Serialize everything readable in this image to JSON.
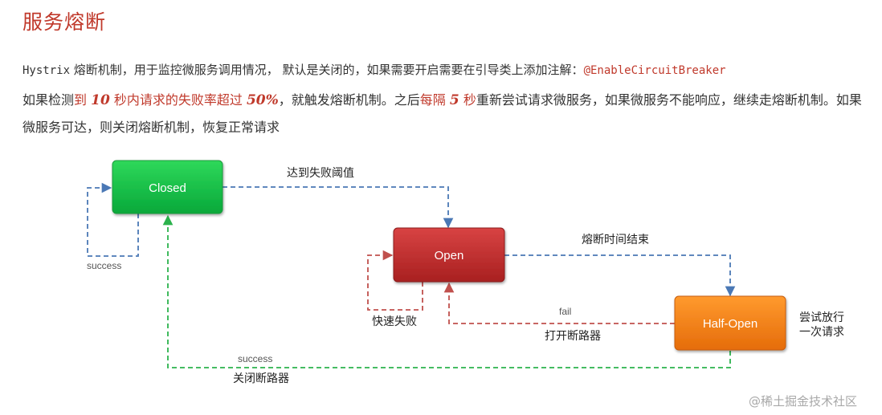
{
  "title": "服务熔断",
  "intro": {
    "product": "Hystrix",
    "text": " 熔断机制，用于监控微服务调用情况， 默认是关闭的，如果需要开启需要在引导类上添加注解：",
    "annotation": "@EnableCircuitBreaker"
  },
  "rule": {
    "p1": "如果检测",
    "p2": "到 ",
    "n1": "10",
    "p3": " 秒内请求的失败率超过 ",
    "n2": "50%",
    "p4": "，就触发熔断机制。之后",
    "p5": "每隔 ",
    "n3": "5",
    "p6": " 秒",
    "p7": "重新尝试请求微服务，如果微服务不能响应，继续走熔断机制。如果微服务可达，则关闭熔断机制，恢复正常请求"
  },
  "diagram": {
    "states": {
      "closed": "Closed",
      "open": "Open",
      "half_open": "Half-Open"
    },
    "labels": {
      "closed_to_open": "达到失败阈值",
      "open_to_half": "熔断时间结束",
      "closed_self_loop": "success",
      "open_self_loop": "快速失败",
      "half_to_open_top": "fail",
      "half_to_open_bottom": "打开断路器",
      "half_to_closed_top": "success",
      "half_to_closed_bottom": "关闭断路器",
      "half_side_note_1": "尝试放行",
      "half_side_note_2": "一次请求"
    }
  },
  "colors": {
    "blue_dash": "#4a78b5",
    "red_dash": "#c0504d",
    "green_dash": "#2bb24c"
  },
  "watermark": "@稀土掘金技术社区"
}
